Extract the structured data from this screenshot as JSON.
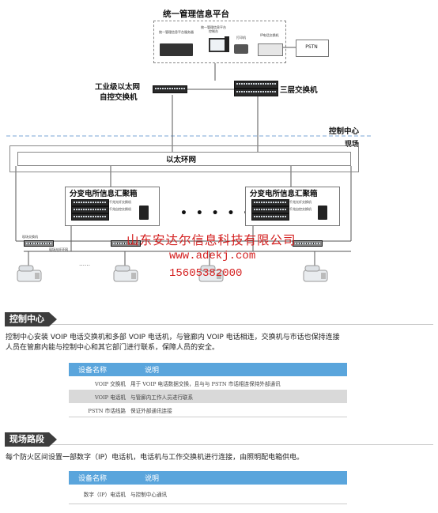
{
  "diagram": {
    "platform_title": "统一管理信息平台",
    "platform_devices": [
      "统一管理信息平台服务器",
      "统一管理信息平台控制台",
      "打印机",
      "IP电话交换机"
    ],
    "pstn_label": "PSTN",
    "industrial_switch_label_1": "工业级以太网",
    "industrial_switch_label_2": "自控交换机",
    "l3_switch_label": "三层交换机",
    "control_center_label": "控制中心",
    "field_label": "现场",
    "ring_label": "以太环网",
    "cabinet_title": "分变电所信息汇聚箱",
    "cabinet_lines": [
      "千兆光纤交换机",
      "千兆自控交换机"
    ],
    "ellipsis": "• • •   • • •",
    "field_switch_label": "现场交换机",
    "fiber_ring_label": "现场光纤环网",
    "small_dots": "……"
  },
  "watermark": {
    "company": "山东安达尔信息科技有限公司",
    "url": "www.adekj.com",
    "phone": "15605382000"
  },
  "section1": {
    "heading": "控制中心",
    "text_line1": "控制中心安装 VOIP 电话交换机和多部 VOIP 电话机，与管廊内 VOIP 电话相连，交换机与市话也保持连接",
    "text_line2": "人员在管廊内能与控制中心和其它部门进行联系，保障人员的安全。",
    "table_headers": [
      "设备名称",
      "说明"
    ],
    "rows": [
      [
        "VOIP 交换机",
        "用于 VOIP 电话数据交换，且与与 PSTN 市话相连保持外部通讯"
      ],
      [
        "VOIP 电话机",
        "与管廊内工作人员进行联系"
      ],
      [
        "PSTN 市话线路",
        "保证外部通讯连接"
      ]
    ]
  },
  "section2": {
    "heading": "现场路段",
    "text": "每个防火区间设置一部数字（IP）电话机，电话机与工作交换机进行连接，由照明配电箱供电。",
    "table_headers": [
      "设备名称",
      "说明"
    ],
    "rows": [
      [
        "数字（IP）电话机",
        "与控制中心通讯"
      ]
    ]
  },
  "colors": {
    "table_header": "#5aa5dc",
    "row_alt": "#d9d9d9",
    "watermark": "#d42020",
    "section_tag": "#3d3d3d",
    "dash_line": "#7aa6d6"
  }
}
